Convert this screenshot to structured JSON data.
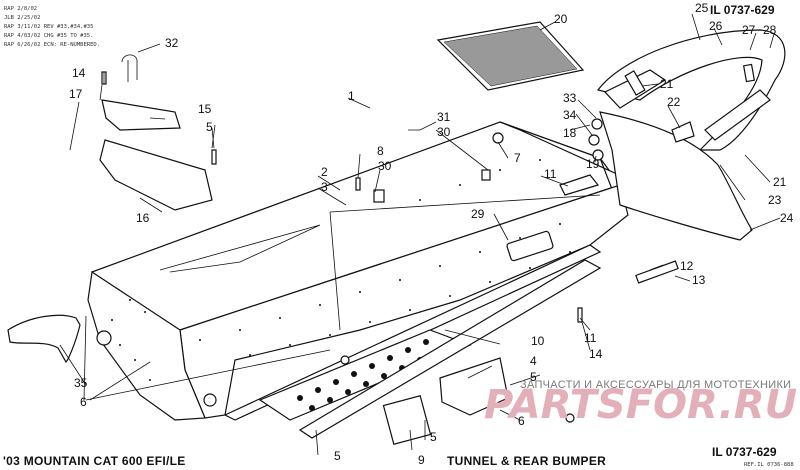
{
  "revision_notes": [
    "RAP 2/8/02",
    "JLB 2/25/02",
    "RAP 3/11/02 REV #33,#34,#35",
    "RAP 4/03/02 CHG #35 TO #35.",
    "RAP 6/26/02 ECN: RE-NUMBERED."
  ],
  "illustration_code": "IL 0737-629",
  "ref_code": "REF.IL 0736-888",
  "model_title": "'03 MOUNTAIN CAT 600 EFI/LE",
  "section_title": "TUNNEL & REAR BUMPER",
  "watermark": {
    "caption": "ЗАПЧАСТИ И АКСЕССУАРЫ ДЛЯ МОТОТЕХНИКИ",
    "brand": "PARTSFOR.RU"
  },
  "callouts": {
    "c1": "1",
    "c2": "2",
    "c3": "3",
    "c4": "4",
    "c5a": "5",
    "c5b": "5",
    "c5c": "5",
    "c5d": "5",
    "c6a": "6",
    "c6b": "6",
    "c7": "7",
    "c8": "8",
    "c9": "9",
    "c10": "10",
    "c11a": "11",
    "c11b": "11",
    "c12": "12",
    "c13": "13",
    "c14a": "14",
    "c14b": "14",
    "c15": "15",
    "c16": "16",
    "c17": "17",
    "c18": "18",
    "c19": "19",
    "c20": "20",
    "c21a": "21",
    "c21b": "21",
    "c22": "22",
    "c23": "23",
    "c24": "24",
    "c25": "25",
    "c26": "26",
    "c27": "27",
    "c28": "28",
    "c29": "29",
    "c30a": "30",
    "c30b": "30",
    "c31": "31",
    "c32": "32",
    "c33": "33",
    "c34": "34",
    "c35": "35"
  }
}
